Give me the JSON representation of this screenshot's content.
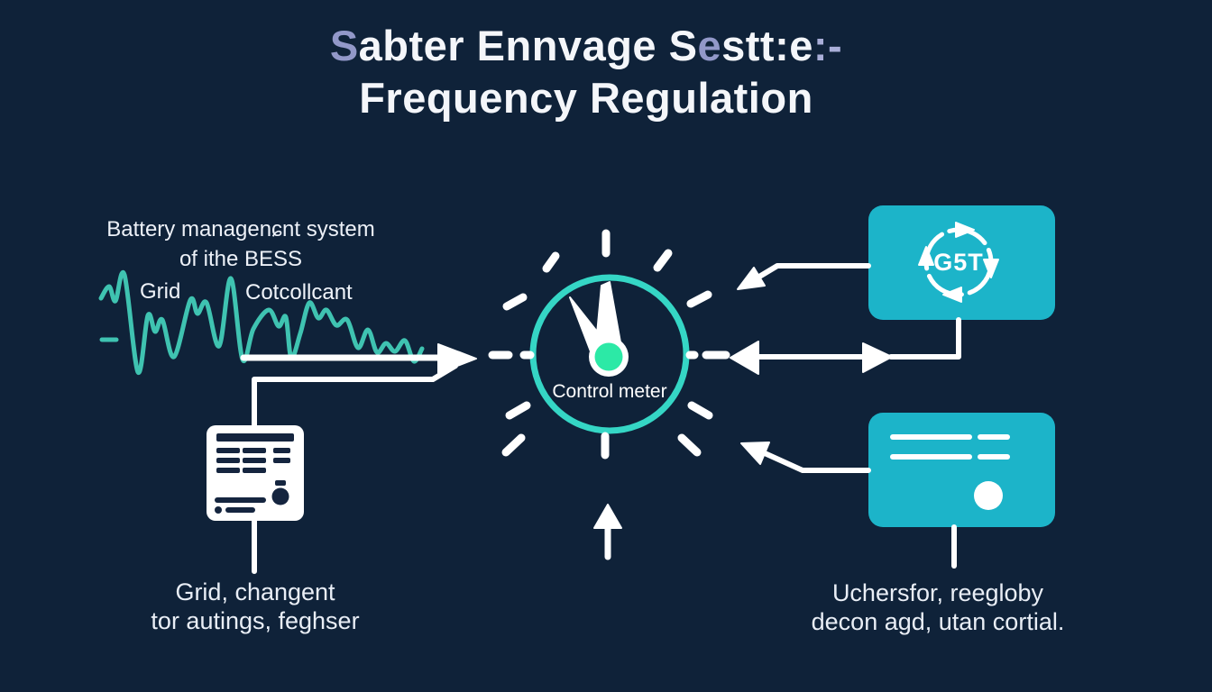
{
  "title": {
    "p1": "S",
    "p2": "abter Ennvage S",
    "p3": "e",
    "p4": "stt",
    "p5": ":e",
    "p6": ":-",
    "line2": "Frequency Regulation"
  },
  "left": {
    "bms_line1": "Battery managenɕnt system",
    "bms_line2": "of ithe BESS",
    "wave_label_1": "Grid",
    "wave_label_2": "Cotcollcant",
    "caption_1": "Grid, changent",
    "caption_2": "tor autings, feghser"
  },
  "center": {
    "meter_label": "Control meter"
  },
  "right": {
    "cycle_label": "G5T",
    "caption_1": "Uchersfor, reegloby",
    "caption_2": "decon agd, utan cortial."
  },
  "colors": {
    "background": "#0f2239",
    "panel_teal": "#1cb4c9",
    "ring_teal": "#35d6c5",
    "dot_green": "#2ce9a6",
    "wave_teal": "#3fc3b1",
    "accent_lavender": "#9298c9",
    "text_white": "#f4f6fa"
  },
  "icons": {
    "center": "gauge-clock-icon",
    "top_right": "cycle-arrows-icon",
    "bottom_right": "report-card-icon",
    "bottom_left": "datasheet-icon"
  }
}
